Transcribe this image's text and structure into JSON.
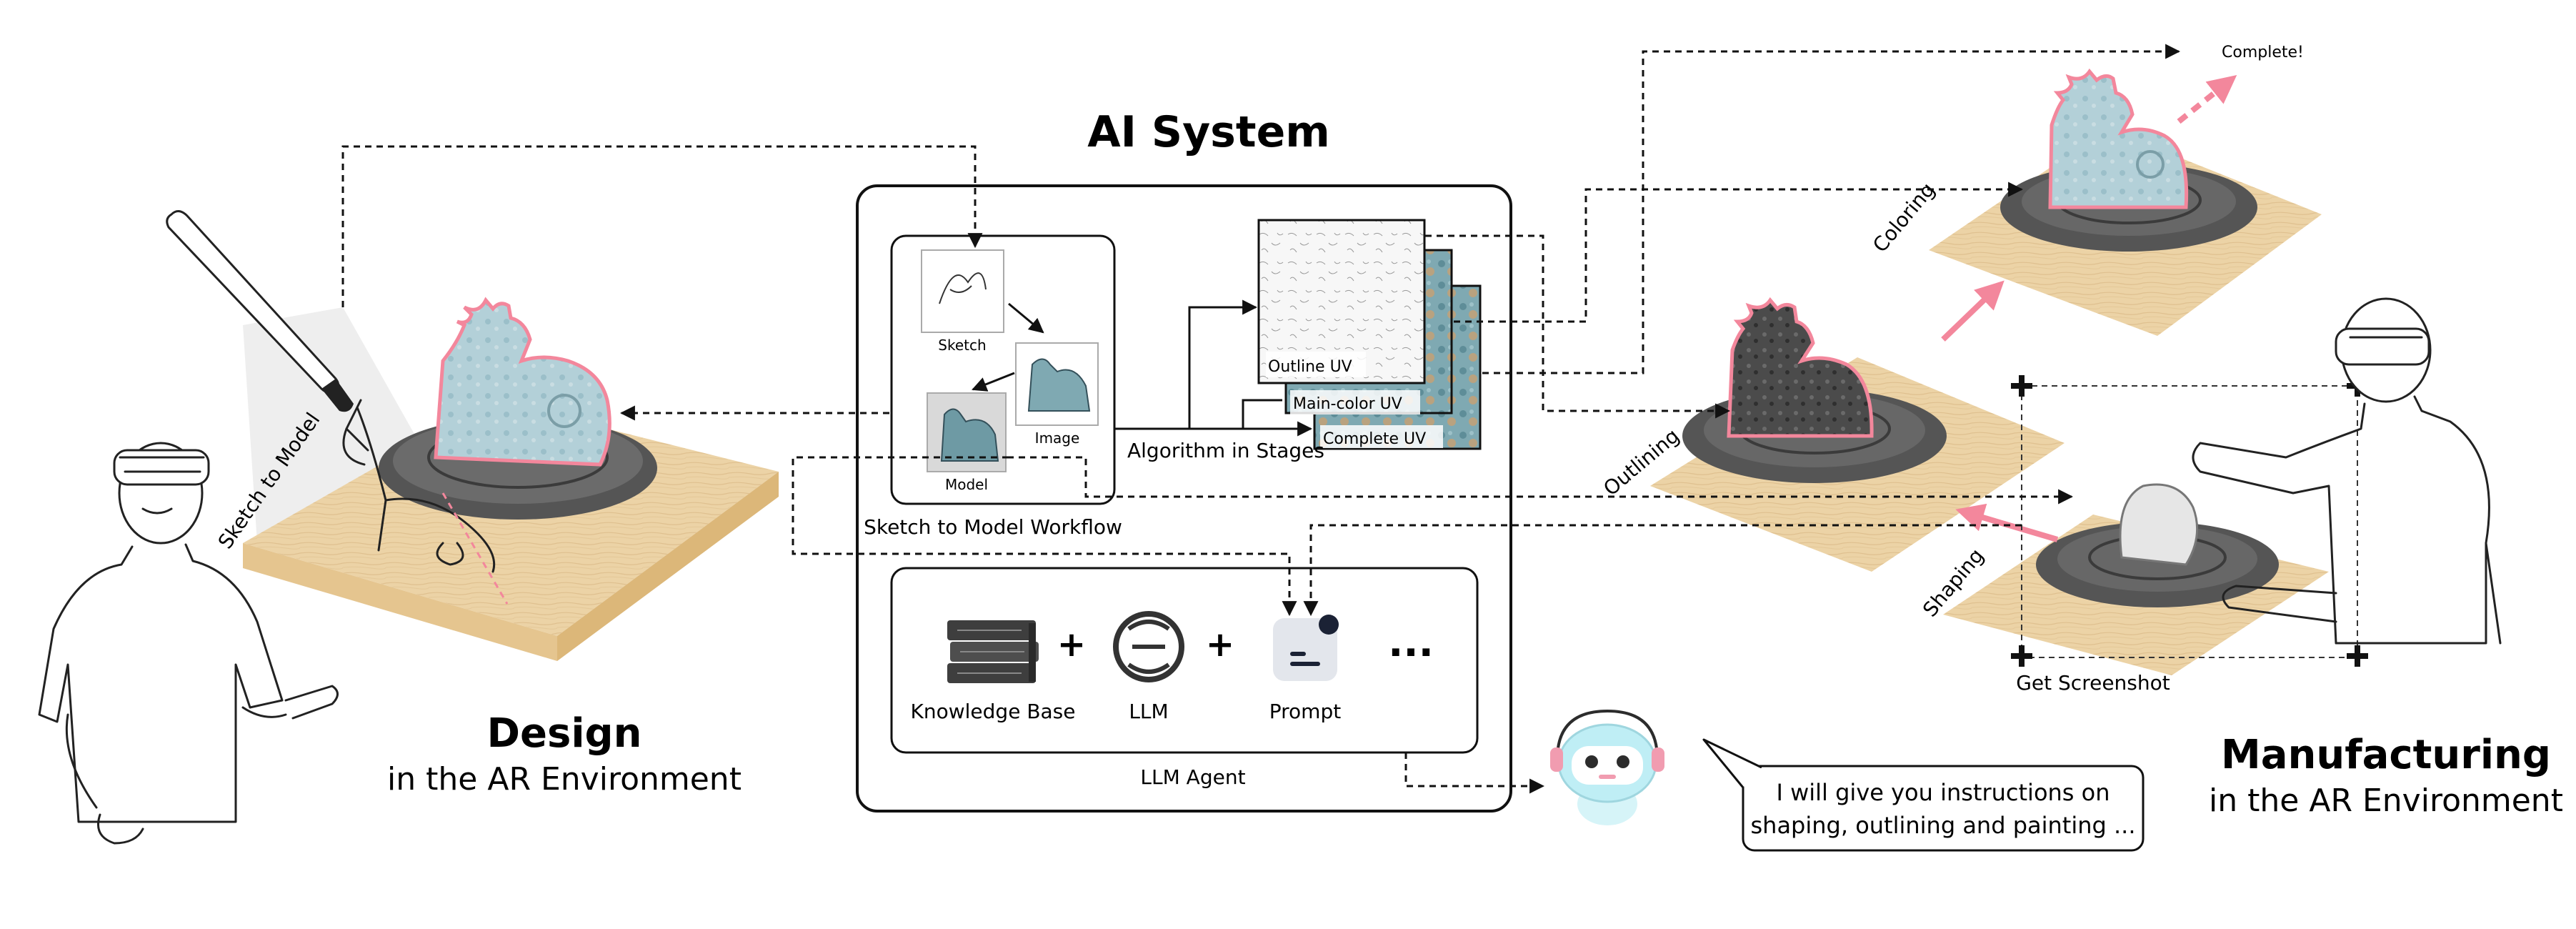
{
  "texts": {
    "ai_system": "AI System",
    "sketch_to_model_rot": "Sketch to Model",
    "design": "Design",
    "design_sub": "in the AR Environment",
    "manufacturing": "Manufacturing",
    "manufacturing_sub": "in the AR Environment",
    "sketch": "Sketch",
    "image": "Image",
    "model": "Model",
    "workflow": "Sketch to Model Workflow",
    "algorithm": "Algorithm in Stages",
    "outline_uv": "Outline UV",
    "maincolor_uv": "Main-color UV",
    "complete_uv": "Complete UV",
    "knowledge_base": "Knowledge Base",
    "llm": "LLM",
    "prompt": "Prompt",
    "plus": "+",
    "ellipsis": "...",
    "llm_agent": "LLM Agent",
    "bubble_line1": "I will give you instructions on",
    "bubble_line2": "shaping, outlining and painting ...",
    "complete": "Complete!",
    "coloring": "Coloring",
    "outlining": "Outlining",
    "shaping": "Shaping",
    "get_screenshot": "Get Screenshot"
  },
  "colors": {
    "wood": "#ecd3a6",
    "wood_dark": "#d9b57a",
    "turntable": "#4a4a4a",
    "turntable_ring": "#2f2f2f",
    "accent_pink": "#f3879c",
    "ceramic_blue": "#a9c9d2",
    "outlined_dark": "#3c3c3c",
    "uv_teal": "#6e9aa4",
    "robot_cyan": "#bfeef5",
    "robot_pink": "#f19cb0"
  }
}
